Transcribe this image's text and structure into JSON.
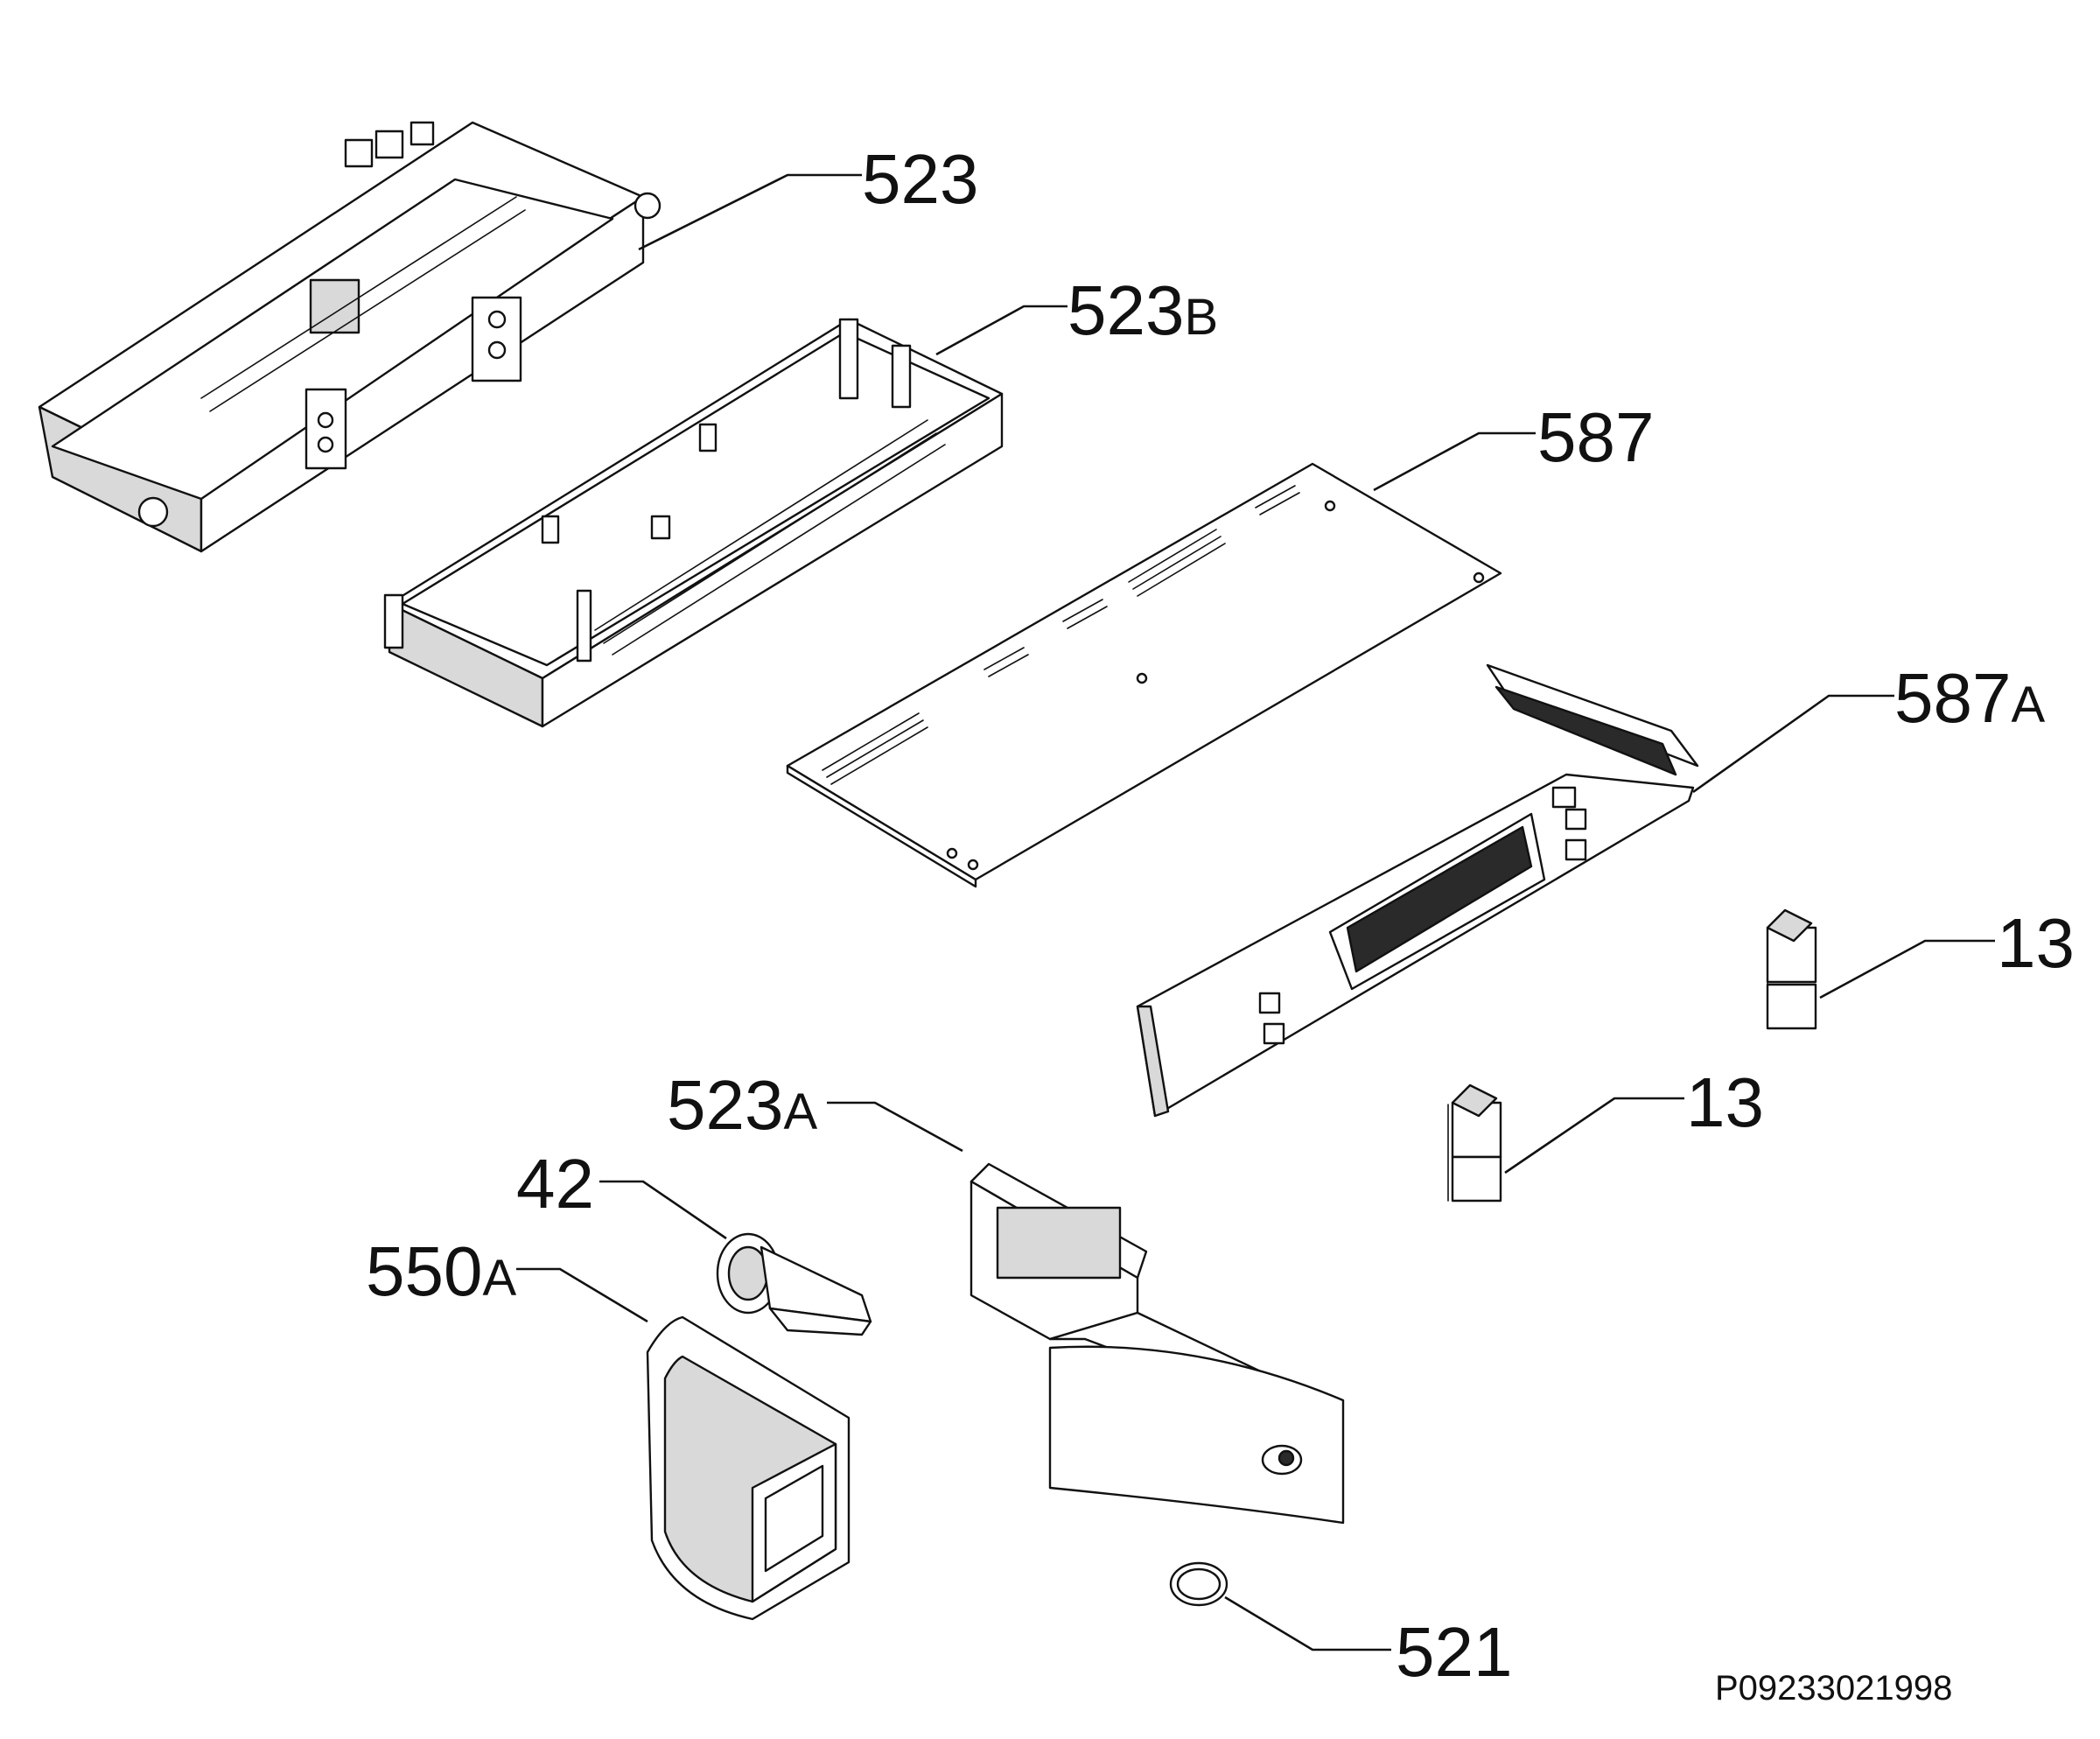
{
  "diagram": {
    "labels": [
      {
        "id": "523",
        "main": "523",
        "suffix": ""
      },
      {
        "id": "523B",
        "main": "523",
        "suffix": "B"
      },
      {
        "id": "587",
        "main": "587",
        "suffix": ""
      },
      {
        "id": "587A",
        "main": "587",
        "suffix": "A"
      },
      {
        "id": "13a",
        "main": "13",
        "suffix": ""
      },
      {
        "id": "13b",
        "main": "13",
        "suffix": ""
      },
      {
        "id": "523A",
        "main": "523",
        "suffix": "A"
      },
      {
        "id": "42",
        "main": "42",
        "suffix": ""
      },
      {
        "id": "550A",
        "main": "550",
        "suffix": "A"
      },
      {
        "id": "521",
        "main": "521",
        "suffix": ""
      }
    ],
    "drawing_code": "P09233021998"
  }
}
